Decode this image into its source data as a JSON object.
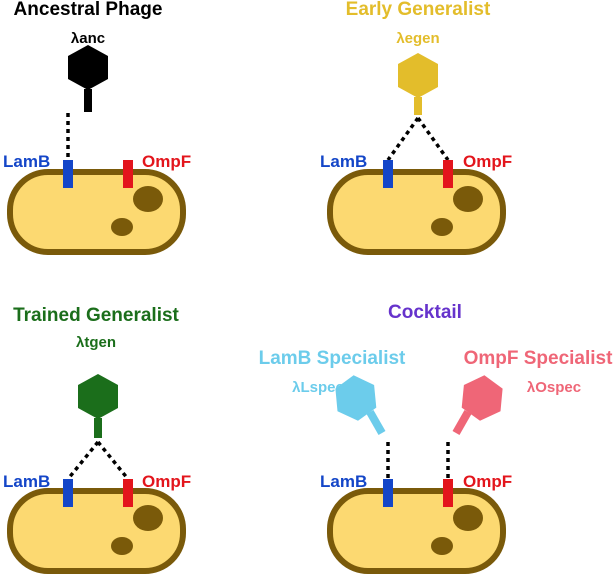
{
  "panels": [
    {
      "title": "Ancestral Phage",
      "phage": "λanc",
      "title_color": "#000000",
      "phage_color": "#000000"
    },
    {
      "title": "Early Generalist",
      "phage": "λegen",
      "title_color": "#E3BD2B",
      "phage_color": "#E3BD2B"
    },
    {
      "title": "Trained Generalist",
      "phage": "λtgen",
      "title_color": "#1B6E1B",
      "phage_color": "#1B6E1B"
    },
    {
      "title": "Cocktail",
      "title_color": "#6633CC"
    }
  ],
  "specialists": {
    "lamb": {
      "title": "LamB Specialist",
      "phage": "λLspec",
      "color": "#6CCCEB"
    },
    "ompf": {
      "title": "OmpF Specialist",
      "phage": "λOspec",
      "color": "#EF6677"
    }
  },
  "receptors": {
    "lamb": "LamB",
    "ompf": "OmpF",
    "lamb_color": "#1446C8",
    "ompf_color": "#E3151C"
  },
  "colors": {
    "cell_fill": "#FCD971",
    "cell_stroke": "#7A5A0A",
    "spot": "#7A5A0A"
  }
}
